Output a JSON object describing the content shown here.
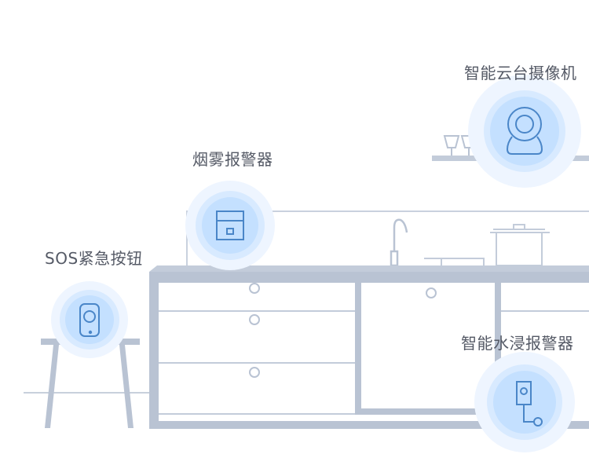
{
  "devices": {
    "camera": {
      "label": "智能云台摄像机",
      "icon": "camera-icon"
    },
    "smoke": {
      "label": "烟雾报警器",
      "icon": "smoke-detector-icon"
    },
    "sos": {
      "label": "SOS紧急按钮",
      "icon": "sos-button-icon"
    },
    "water": {
      "label": "智能水浸报警器",
      "icon": "water-sensor-icon"
    }
  },
  "colors": {
    "line": "#b9c3d3",
    "halo_outer": "#eaf3ff",
    "halo_mid": "#d6e9ff",
    "halo_inner": "#bcdcff",
    "icon_stroke": "#4a86c8",
    "label": "#555a66"
  }
}
